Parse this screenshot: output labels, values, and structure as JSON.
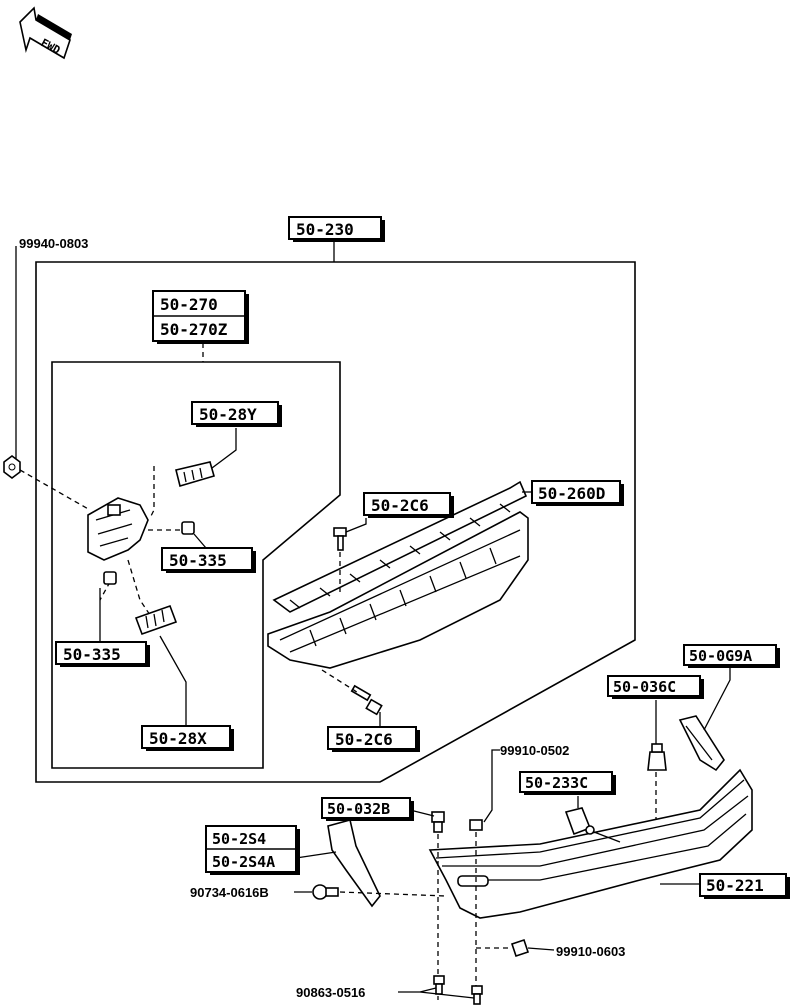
{
  "fwd_label": "FWD",
  "parts": {
    "p50_230": "50-230",
    "p99940_0803": "99940-0803",
    "p50_270": "50-270",
    "p50_270z": "50-270Z",
    "p50_28y": "50-28Y",
    "p50_2c6_top": "50-2C6",
    "p50_260d": "50-260D",
    "p50_335_a": "50-335",
    "p50_335_b": "50-335",
    "p50_28x": "50-28X",
    "p50_2c6_bottom": "50-2C6",
    "p50_0g9a": "50-0G9A",
    "p50_036c": "50-036C",
    "p99910_0502": "99910-0502",
    "p50_233c": "50-233C",
    "p50_032b": "50-032B",
    "p50_2s4": "50-2S4",
    "p50_2s4a": "50-2S4A",
    "p90734_0616b": "90734-0616B",
    "p50_221": "50-221",
    "p99910_0603": "99910-0603",
    "p90863_0516": "90863-0516"
  }
}
